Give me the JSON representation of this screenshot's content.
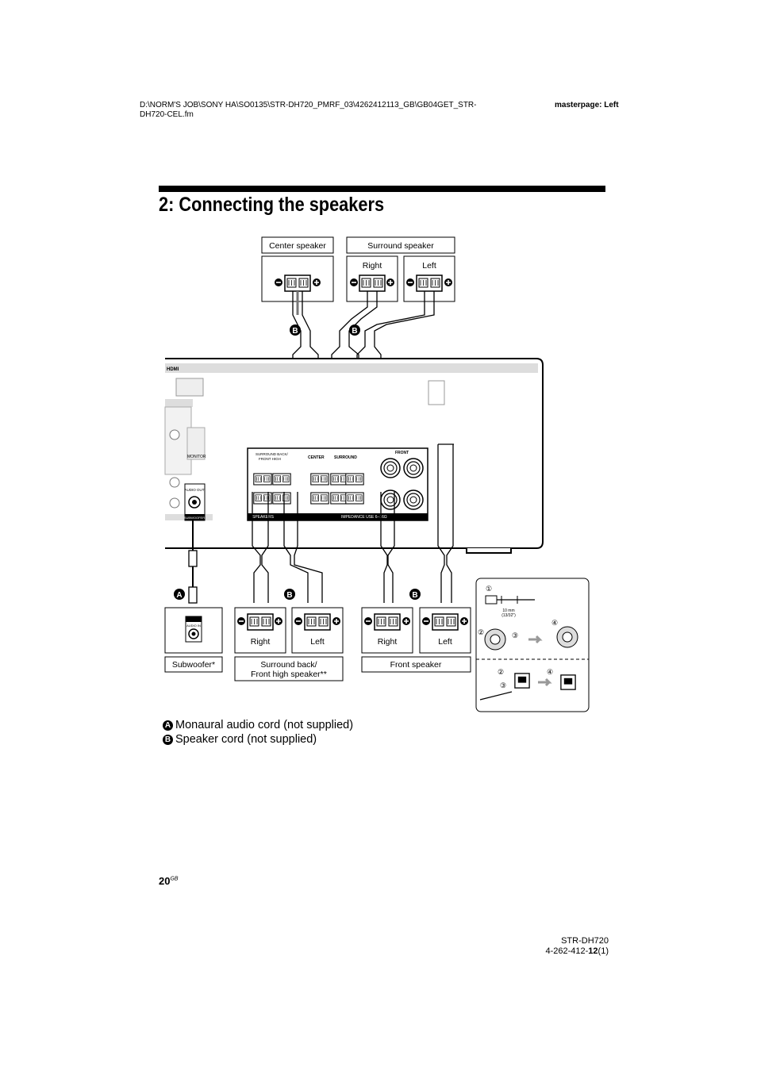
{
  "header": {
    "path": "D:\\NORM'S JOB\\SONY HA\\SO0135\\STR-DH720_PMRF_03\\4262412113_GB\\GB04GET_STR-DH720-CEL.fm",
    "path_line1": "D:\\NORM'S JOB\\SONY HA\\SO0135\\STR-DH720_PMRF_03\\4262412113_GB\\GB04GET_STR-",
    "path_line2": "DH720-CEL.fm",
    "masterpage": "masterpage: Left"
  },
  "title": "2: Connecting the speakers",
  "diagram": {
    "center_speaker": "Center speaker",
    "surround_speaker": "Surround speaker",
    "right": "Right",
    "left": "Left",
    "subwoofer": "Subwoofer*",
    "surround_back": "Surround back/",
    "front_high": "Front high speaker**",
    "front_speaker": "Front speaker",
    "badge_a": "A",
    "badge_b": "B",
    "panel_surround_back": "SURROUND BACK/",
    "panel_front_high": "FRONT HIGH",
    "panel_center": "CENTER",
    "panel_surround": "SURROUND",
    "panel_front": "FRONT",
    "panel_speakers": "SPEAKERS",
    "panel_impedance": "IMPEDANCE USE 6–16Ω",
    "panel_sub_out": "AUDIO OUT",
    "panel_subwoofer": "SUBWOOFER",
    "panel_sub_in": "AUDIO IN",
    "panel_hdmi": "HDMI",
    "panel_monitor": "MONITOR",
    "inset_step1": "①",
    "inset_step2": "②",
    "inset_step3": "③",
    "inset_step4": "④",
    "inset_len": "10 mm",
    "inset_len_in": "(13/32\")"
  },
  "legend": [
    {
      "badge": "A",
      "text": "Monaural audio cord (not supplied)"
    },
    {
      "badge": "B",
      "text": "Speaker cord (not supplied)"
    }
  ],
  "page_number": "20",
  "page_suffix": "GB",
  "model": "STR-DH720",
  "part_prefix": "4-262-412-",
  "part_bold": "12",
  "part_suffix": "(1)"
}
